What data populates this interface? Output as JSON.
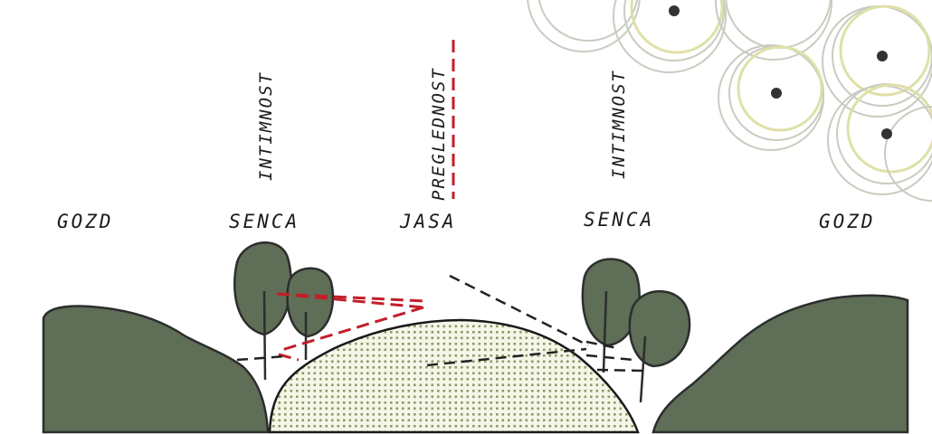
{
  "labels": {
    "gozd_left": "GOZD",
    "senca_left": "SENCA",
    "jasa": "JASA",
    "senca_right": "SENCA",
    "gozd_right": "GOZD",
    "intimnost_left": "INTIMNOST",
    "preglednost": "PREGLEDNOST",
    "intimnost_right": "INTIMNOST"
  },
  "colors": {
    "forest": "#5e6e57",
    "meadow_dots": "#8f9a6a",
    "view_line_red": "#c21f2a",
    "view_line_black": "#222222",
    "canopy_ring_yellow": "#dfe0a8"
  }
}
